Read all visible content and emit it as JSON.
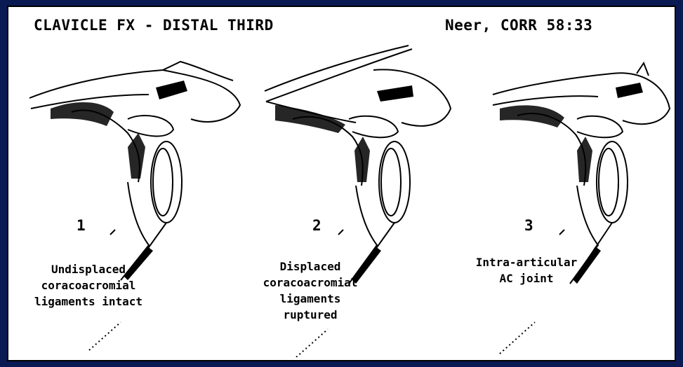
{
  "header": {
    "title": "CLAVICLE FX - DISTAL THIRD",
    "citation": "Neer, CORR 58:33"
  },
  "panels": [
    {
      "number": "1",
      "caption_lines": [
        "Undisplaced",
        "coracoacromial",
        "ligaments intact"
      ]
    },
    {
      "number": "2",
      "caption_lines": [
        "Displaced",
        "coracoacromial",
        "ligaments",
        "ruptured"
      ]
    },
    {
      "number": "3",
      "caption_lines": [
        "Intra-articular",
        "AC joint"
      ]
    }
  ],
  "colors": {
    "background": "#0a1a52",
    "panel": "#ffffff",
    "ink": "#000000"
  }
}
